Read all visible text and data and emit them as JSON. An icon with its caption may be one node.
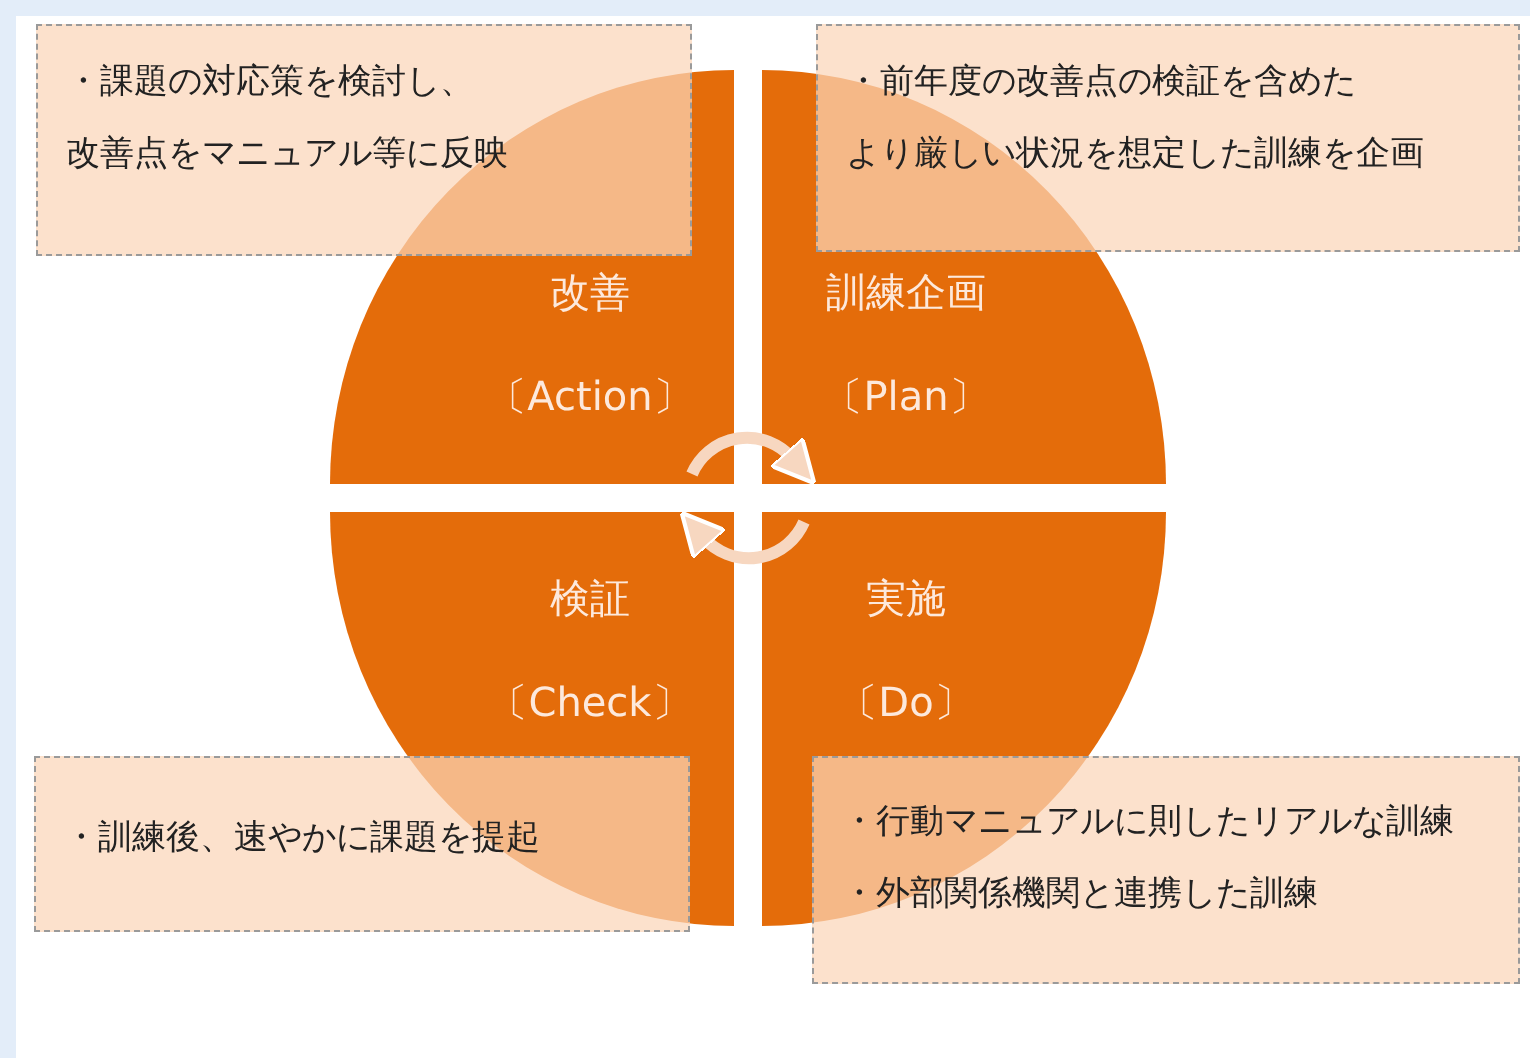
{
  "diagram": {
    "nodes": [
      {
        "text": [
          "・課題の対応策を検討し、改善点をマニュアル等に反映"
        ]
      },
      {
        "text": [
          "・前年度の改善点の検証を含めたより厳しい状況を想定した訓練を企画"
        ]
      },
      {
        "text": [
          "改善",
          "〔Action〕"
        ]
      },
      {
        "text": [
          "訓練企画",
          "〔Plan〕"
        ]
      },
      {
        "text": [
          "検証",
          "〔Check〕"
        ]
      },
      {
        "text": [
          "実施",
          "〔Do〕"
        ]
      },
      {
        "text": [
          "・訓練後、速やかに課題を提起"
        ]
      },
      {
        "text": [
          "・行動マニュアルに則したリアルな訓練",
          "・外部関係機関と連携した訓練"
        ]
      }
    ],
    "edges": [
      {
        "from": 2,
        "to": 3,
        "arrow": "to"
      },
      {
        "from": 5,
        "to": 4,
        "arrow": "to"
      }
    ]
  }
}
